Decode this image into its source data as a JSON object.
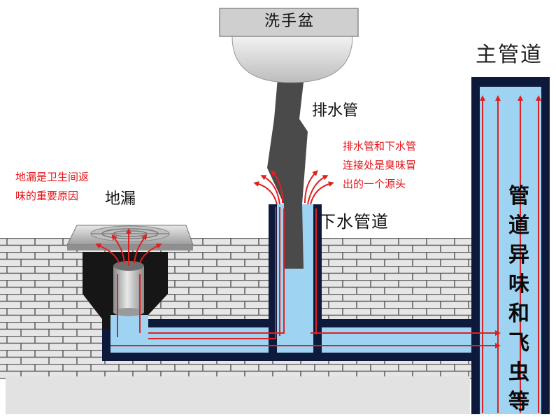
{
  "labels": {
    "basin": "洗手盆",
    "main_pipe": "主管道",
    "drain_pipe": "排水管",
    "floor_drain": "地漏",
    "down_pipe": "下水管道"
  },
  "notes": {
    "floor_drain_line1": "地漏是卫生间返",
    "floor_drain_line2": "味的重要原因",
    "joint_line1": "排水管和下水管",
    "joint_line2": "连接处是臭味冒",
    "joint_line3": "出的一个源头"
  },
  "vertical_caption": "管道异味和飞虫等",
  "colors": {
    "note_red": "#e4161a",
    "arrow_red": "#e02020",
    "water_blue": "#9fd3f2",
    "pipe_navy": "#0e1a3c",
    "pipe_gray": "#4a4a4a",
    "brick_bg": "#e6e6e6"
  }
}
